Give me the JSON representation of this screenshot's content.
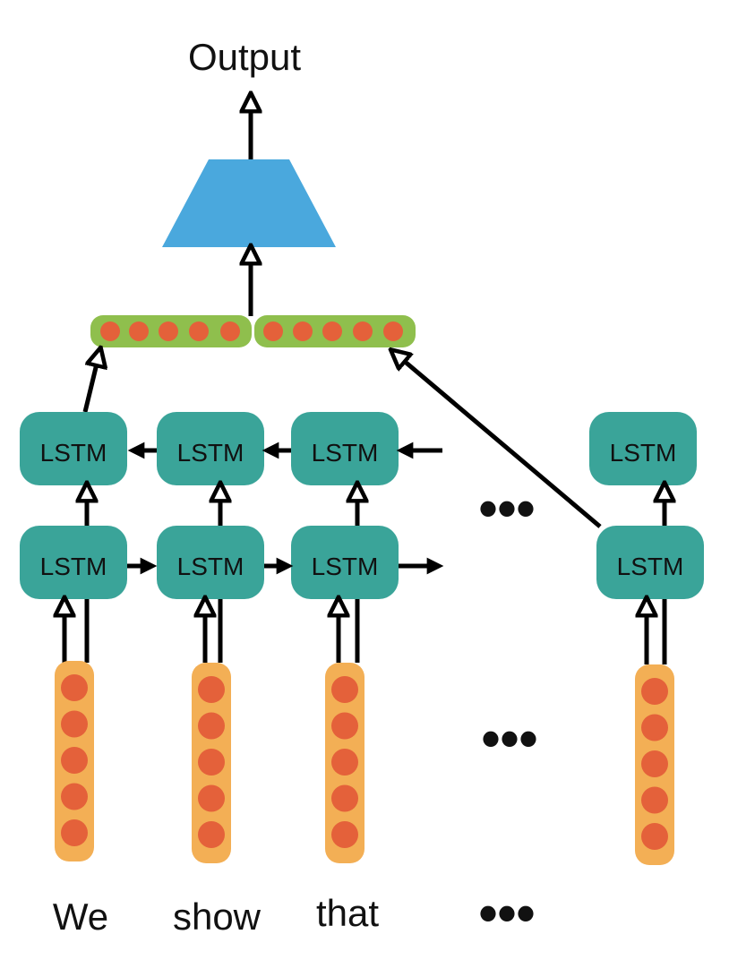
{
  "title": "Output",
  "lstm_label": "LSTM",
  "words": [
    "We",
    "show",
    "that"
  ],
  "ellipsis": "•••",
  "colors": {
    "lstm": "#3aa499",
    "classifier": "#4aa8dd",
    "concat_bar": "#8fbf4d",
    "embedding_bar": "#f3af55",
    "dot": "#e4613a"
  }
}
